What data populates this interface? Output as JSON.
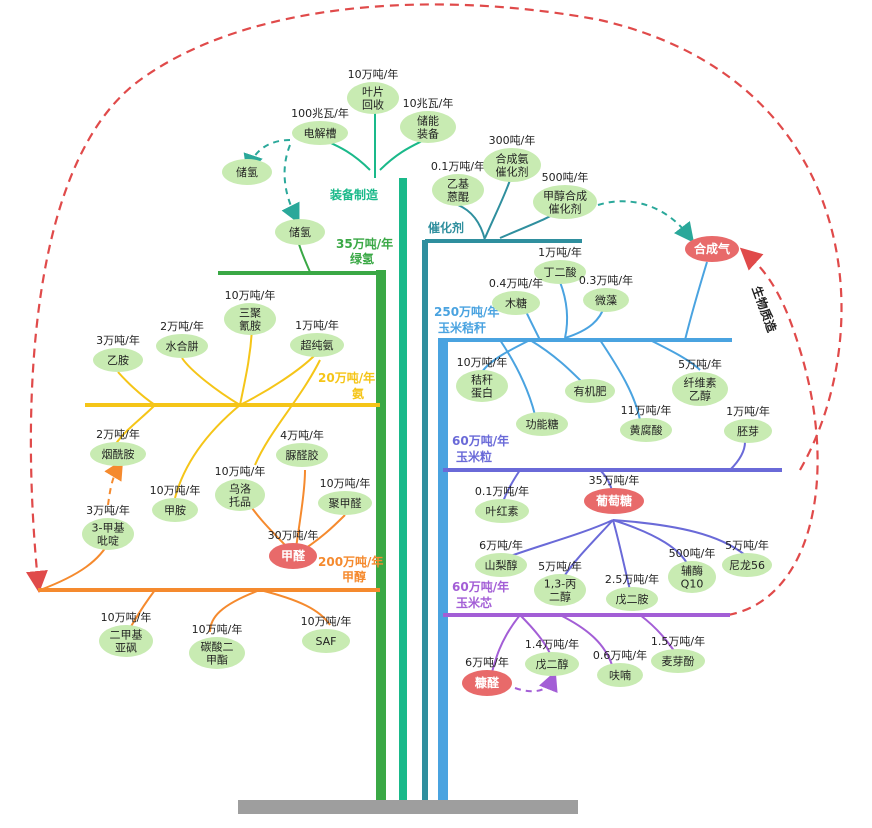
{
  "branches": {
    "equip": {
      "title": "装备制造",
      "color": "#1ab98a"
    },
    "catalyst": {
      "title": "催化剂",
      "color": "#2f8f9e"
    },
    "h2": {
      "title": "绿氢",
      "cap": "35万吨/年",
      "color": "#3aa845"
    },
    "nh3": {
      "title": "氨",
      "cap": "20万吨/年",
      "color": "#f5c518"
    },
    "meoh": {
      "title": "甲醇",
      "cap": "200万吨/年",
      "color": "#f58a2e"
    },
    "stalk": {
      "title": "玉米秸秆",
      "cap": "250万吨/年",
      "color": "#4aa3e0"
    },
    "kernel": {
      "title": "玉米粒",
      "cap": "60万吨/年",
      "color": "#6a6ad8"
    },
    "cob": {
      "title": "玉米芯",
      "cap": "60万吨/年",
      "color": "#a35ed6"
    }
  },
  "nodes": {
    "leaf": {
      "cap": "10万吨/年",
      "lines": [
        "叶片",
        "回收"
      ]
    },
    "electrolyzer": {
      "cap": "100兆瓦/年",
      "lines": [
        "电解槽"
      ]
    },
    "storage_equip": {
      "cap": "10兆瓦/年",
      "lines": [
        "储能",
        "装备"
      ]
    },
    "h2_storage1": {
      "lines": [
        "储氢"
      ]
    },
    "h2_storage2": {
      "lines": [
        "储氢"
      ]
    },
    "anthraquinone": {
      "cap": "0.1万吨/年",
      "lines": [
        "乙基",
        "蒽醌"
      ]
    },
    "ammonia_cat": {
      "cap": "300吨/年",
      "lines": [
        "合成氨",
        "催化剂"
      ]
    },
    "meoh_cat": {
      "cap": "500吨/年",
      "lines": [
        "甲醇合成",
        "催化剂"
      ]
    },
    "butanedioic": {
      "cap": "1万吨/年",
      "lines": [
        "丁二酸"
      ]
    },
    "xylose": {
      "cap": "0.4万吨/年",
      "lines": [
        "木糖"
      ]
    },
    "microalgae": {
      "cap": "0.3万吨/年",
      "lines": [
        "微藻"
      ]
    },
    "straw_protein": {
      "cap": "10万吨/年",
      "lines": [
        "秸秆",
        "蛋白"
      ]
    },
    "organic_fert": {
      "lines": [
        "有机肥"
      ]
    },
    "cellulose_eth": {
      "cap": "5万吨/年",
      "lines": [
        "纤维素",
        "乙醇"
      ]
    },
    "functional_sugar": {
      "lines": [
        "功能糖"
      ]
    },
    "fulvic": {
      "cap": "11万吨/年",
      "lines": [
        "黄腐酸"
      ]
    },
    "germ": {
      "cap": "1万吨/年",
      "lines": [
        "胚芽"
      ]
    },
    "lutein": {
      "cap": "0.1万吨/年",
      "lines": [
        "叶红素"
      ]
    },
    "glucose": {
      "cap": "35万吨/年",
      "lines": [
        "葡萄糖"
      ]
    },
    "sorbitol": {
      "cap": "6万吨/年",
      "lines": [
        "山梨醇"
      ]
    },
    "propanediol": {
      "cap": "5万吨/年",
      "lines": [
        "1,3-丙",
        "二醇"
      ]
    },
    "pentanediamine": {
      "cap": "2.5万吨/年",
      "lines": [
        "戊二胺"
      ]
    },
    "coq10": {
      "cap": "500吨/年",
      "lines": [
        "辅酶",
        "Q10"
      ]
    },
    "nylon56": {
      "cap": "5万吨/年",
      "lines": [
        "尼龙56"
      ]
    },
    "furfural": {
      "cap": "6万吨/年",
      "lines": [
        "糠醛"
      ]
    },
    "pentanediol": {
      "cap": "1.4万吨/年",
      "lines": [
        "戊二醇"
      ]
    },
    "furan": {
      "cap": "0.6万吨/年",
      "lines": [
        "呋喃"
      ]
    },
    "maltol": {
      "cap": "1.5万吨/年",
      "lines": [
        "麦芽酚"
      ]
    },
    "melamine": {
      "cap": "10万吨/年",
      "lines": [
        "三聚",
        "氰胺"
      ]
    },
    "hydrazine": {
      "cap": "2万吨/年",
      "lines": [
        "水合肼"
      ]
    },
    "acetamide": {
      "cap": "3万吨/年",
      "lines": [
        "乙胺"
      ]
    },
    "ultrapure_nh3": {
      "cap": "1万吨/年",
      "lines": [
        "超纯氨"
      ]
    },
    "nicotinamide": {
      "cap": "2万吨/年",
      "lines": [
        "烟酰胺"
      ]
    },
    "formamide": {
      "cap": "10万吨/年",
      "lines": [
        "甲胺"
      ]
    },
    "methylpyridine": {
      "cap": "3万吨/年",
      "lines": [
        "3-甲基",
        "吡啶"
      ]
    },
    "urotropine": {
      "cap": "10万吨/年",
      "lines": [
        "乌洛",
        "托品"
      ]
    },
    "aldoxime": {
      "cap": "4万吨/年",
      "lines": [
        "脲醛胶"
      ]
    },
    "polyformaldehyde": {
      "cap": "10万吨/年",
      "lines": [
        "聚甲醛"
      ]
    },
    "formaldehyde": {
      "cap": "30万吨/年",
      "lines": [
        "甲醛"
      ]
    },
    "dms": {
      "cap": "10万吨/年",
      "lines": [
        "二甲基",
        "亚砜"
      ]
    },
    "dmc": {
      "cap": "10万吨/年",
      "lines": [
        "碳酸二",
        "甲酯"
      ]
    },
    "saf": {
      "cap": "10万吨/年",
      "lines": [
        "SAF"
      ]
    },
    "syngas": {
      "lines": [
        "合成气"
      ]
    }
  },
  "biomass_label": "生物质造"
}
